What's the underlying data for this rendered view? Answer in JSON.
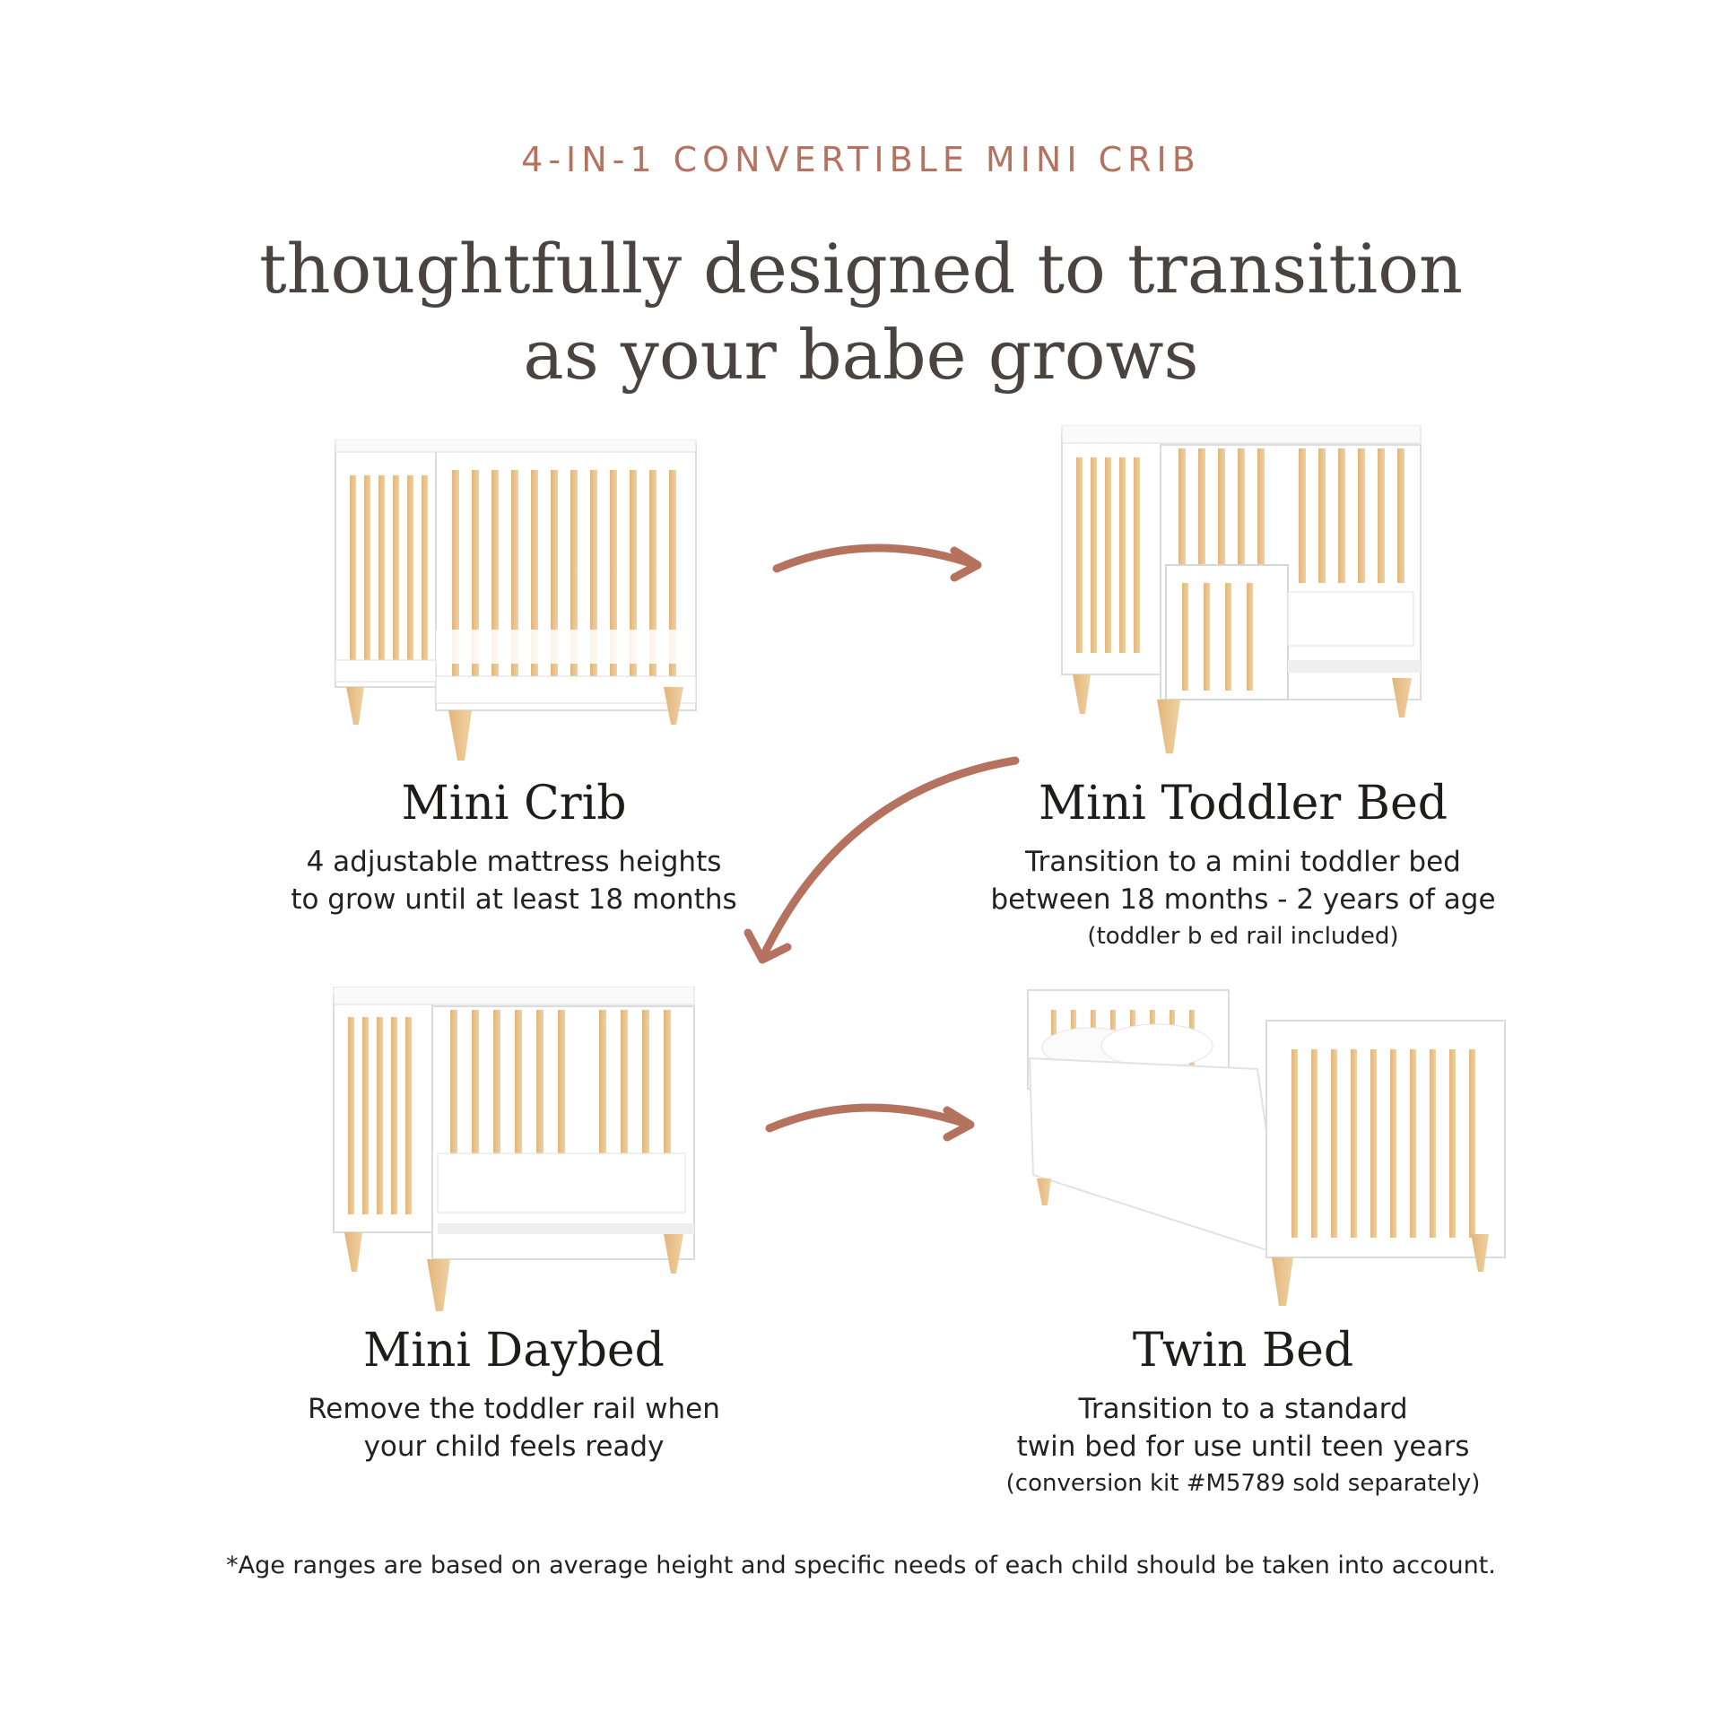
{
  "header": {
    "eyebrow": "4-IN-1 CONVERTIBLE MINI CRIB",
    "headline_line1": "thoughtfully designed to transition",
    "headline_line2": "as your babe grows"
  },
  "stages": [
    {
      "title": "Mini Crib",
      "desc_line1": "4 adjustable mattress heights",
      "desc_line2": "to grow until at least 18 months",
      "note": ""
    },
    {
      "title": "Mini Toddler Bed",
      "desc_line1": "Transition to a mini toddler bed",
      "desc_line2": "between 18 months - 2 years of age",
      "note": "(toddler b ed rail included)"
    },
    {
      "title": "Mini Daybed",
      "desc_line1": "Remove the toddler rail when",
      "desc_line2": "your child feels ready",
      "note": ""
    },
    {
      "title": "Twin Bed",
      "desc_line1": "Transition to a standard",
      "desc_line2": "twin bed for use until teen years",
      "note": "(conversion kit #M5789 sold separately)"
    }
  ],
  "footnote": "*Age ranges are based on average height and specific needs of each child should be taken into account.",
  "colors": {
    "accent": "#b5735f",
    "wood": "#e8c28e",
    "frame": "#ffffff",
    "frame_edge": "#d9d9d9"
  },
  "icons": [
    "mini-crib-illustration",
    "mini-toddler-bed-illustration",
    "mini-daybed-illustration",
    "twin-bed-illustration",
    "curved-arrow-icon"
  ]
}
